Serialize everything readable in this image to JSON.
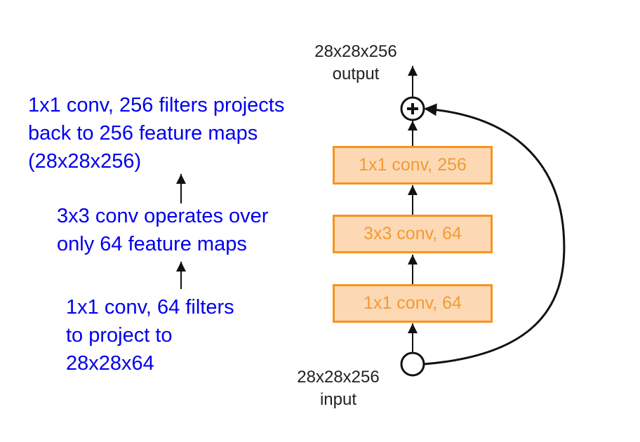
{
  "annotations": {
    "top": [
      "1x1 conv, 256 filters projects",
      "back to 256 feature maps",
      "(28x28x256)"
    ],
    "middle": [
      "3x3 conv operates over",
      "only 64 feature maps"
    ],
    "bottom": [
      "1x1 conv, 64 filters",
      "to project to",
      "28x28x64"
    ]
  },
  "output_label": {
    "dims": "28x28x256",
    "name": "output"
  },
  "input_label": {
    "dims": "28x28x256",
    "name": "input"
  },
  "layers": [
    {
      "label": "1x1 conv, 256"
    },
    {
      "label": "3x3 conv, 64"
    },
    {
      "label": "1x1 conv, 64"
    }
  ],
  "colors": {
    "annotation_text": "#0000ee",
    "box_fill": "#fcd9b4",
    "box_border": "#f7941d",
    "box_text": "#f39a34"
  }
}
